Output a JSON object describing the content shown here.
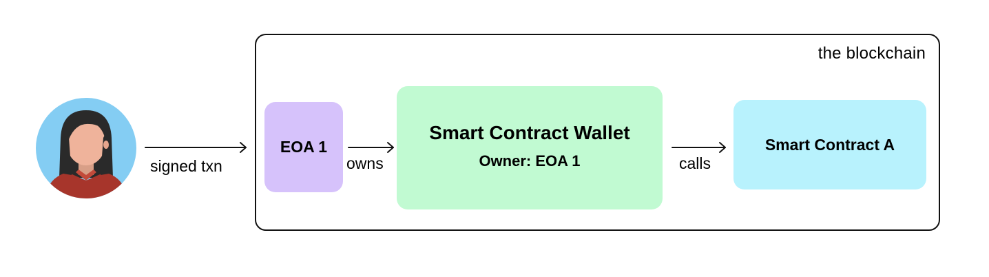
{
  "container": {
    "label": "the blockchain"
  },
  "user": {
    "icon": "user-avatar-icon"
  },
  "nodes": {
    "eoa": {
      "title": "EOA 1",
      "color": "#d6c2fb"
    },
    "wallet": {
      "title": "Smart Contract Wallet",
      "subtitle": "Owner: EOA 1",
      "color": "#c1fad2"
    },
    "contract": {
      "title": "Smart Contract A",
      "color": "#b8f2fd"
    }
  },
  "edges": {
    "signed": "signed txn",
    "owns": "owns",
    "calls": "calls"
  }
}
